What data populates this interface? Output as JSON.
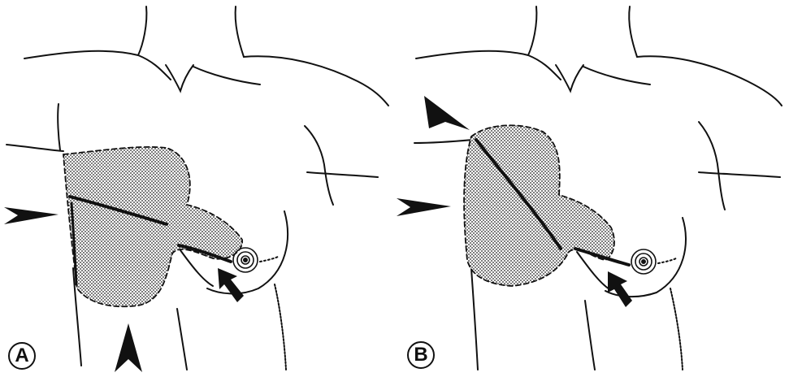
{
  "panels": [
    {
      "id": "A",
      "label": "A"
    },
    {
      "id": "B",
      "label": "B"
    }
  ],
  "colors": {
    "line": "#111111",
    "shaded_region": "#9a9a9a",
    "background": "#ffffff"
  },
  "icons": [
    "arrowhead-marker",
    "curved-arrow-icon",
    "areola-spiral-icon"
  ]
}
